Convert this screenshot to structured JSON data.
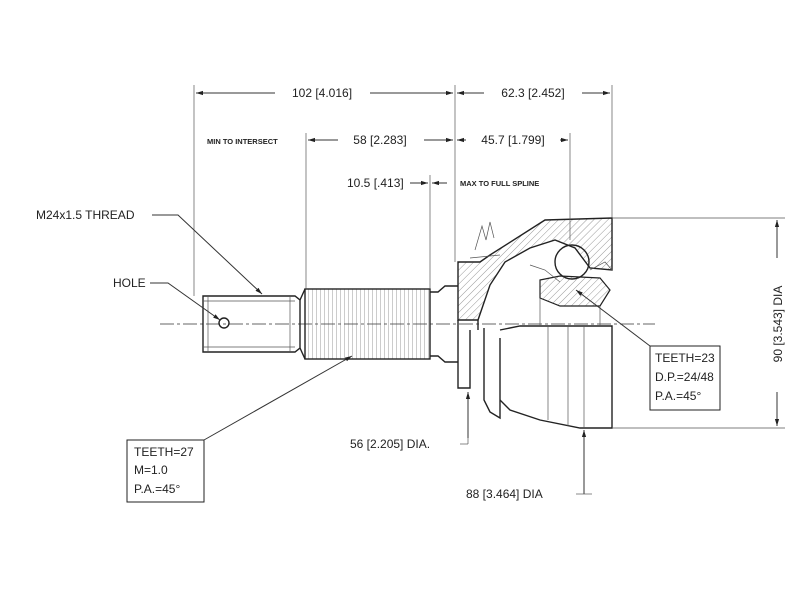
{
  "dimensions": {
    "overall_length": "102 [4.016]",
    "outer_length": "62.3 [2.452]",
    "min_to_intersect_note": "MIN TO INTERSECT",
    "spline_length": "58 [2.283]",
    "bell_depth": "45.7 [1.799]",
    "thread_offset": "10.5 [.413]",
    "max_full_spline_note": "MAX TO FULL SPLINE",
    "thread": "M24x1.5 THREAD",
    "hole": "HOLE",
    "outer_dia": "90 [3.543] DIA",
    "seat_dia": "56 [2.205] DIA.",
    "bell_dia": "88 [3.464] DIA"
  },
  "outer_spline_box": {
    "teeth": "TEETH=27",
    "module": "M=1.0",
    "pressure_angle": "P.A.=45°"
  },
  "inner_spline_box": {
    "teeth": "TEETH=23",
    "pitch": "D.P.=24/48",
    "pressure_angle": "P.A.=45°"
  }
}
